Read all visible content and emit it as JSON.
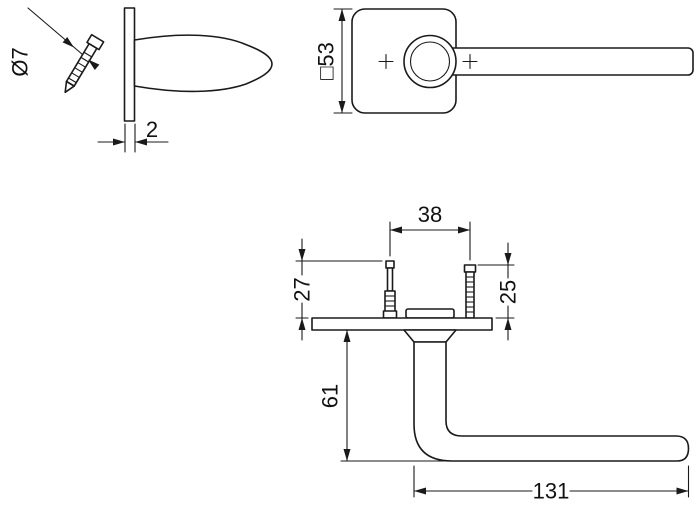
{
  "colors": {
    "line": "#1a1a1a",
    "background": "#ffffff"
  },
  "views": {
    "side": {
      "spindle_diameter": "Ø7",
      "plate_thickness": "2"
    },
    "top": {
      "rosette_size": "□53"
    },
    "front": {
      "hole_spacing": "38",
      "spindle_length": "27",
      "screw_length": "25",
      "handle_offset": "61",
      "handle_length": "131"
    }
  }
}
